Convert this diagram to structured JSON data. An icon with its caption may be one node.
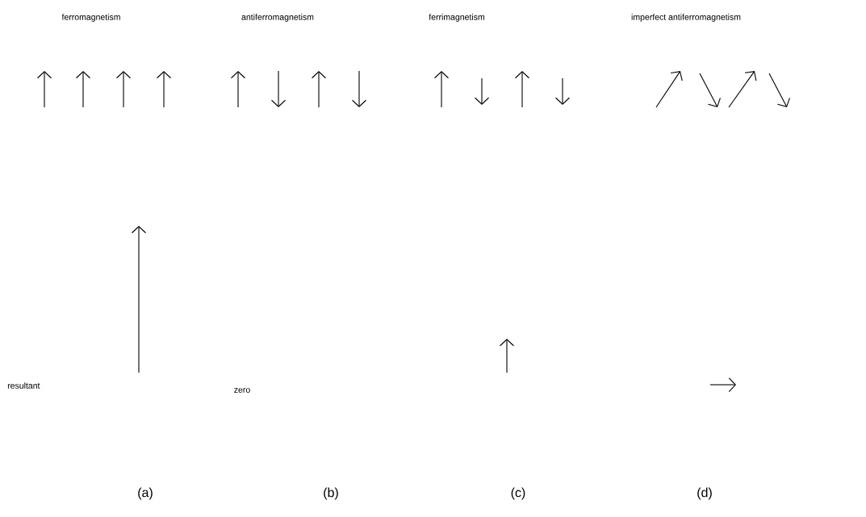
{
  "diagram": {
    "labels": [
      "ferromagnetism",
      "antiferromagnetism",
      "ferrimagnetism",
      "imperfect antiferromagnetism",
      "resultant",
      "zero",
      "(a)",
      "(b)",
      "(c)",
      "(d)"
    ]
  }
}
